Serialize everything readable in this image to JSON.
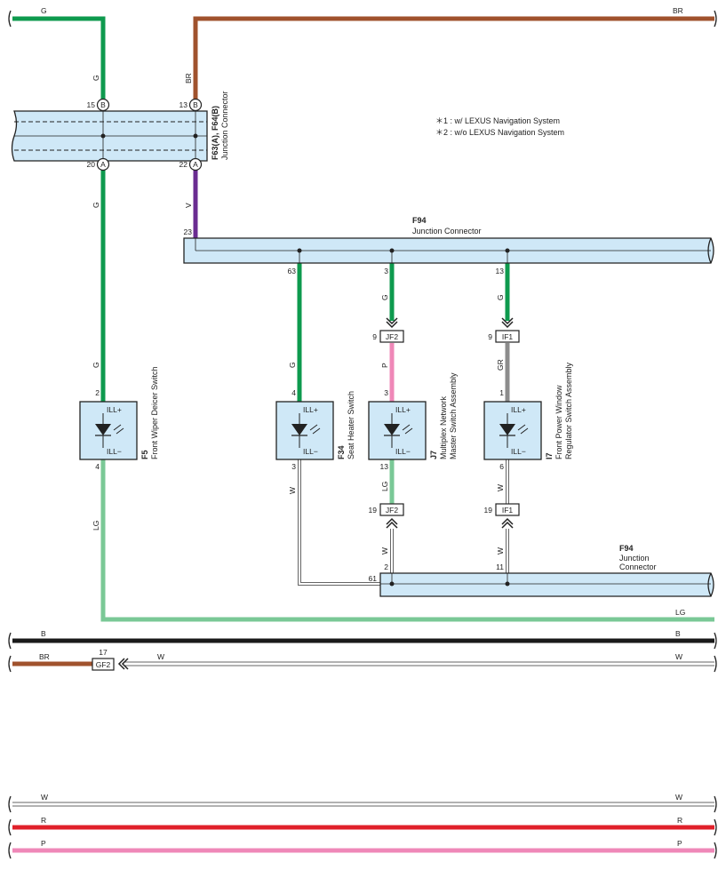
{
  "notes": {
    "note1": "＊1 : w/ LEXUS Navigation System",
    "note2": "＊2 : w/o LEXUS Navigation System"
  },
  "colors": {
    "G": "#0e9a4e",
    "LG": "#7ac896",
    "BR": "#a0522d",
    "V": "#6a2c91",
    "P": "#ef88b8",
    "GR": "#8c8c8c",
    "W": "#ffffff",
    "B": "#1a1a1a",
    "R": "#e0202a",
    "connector_fill": "#cfe8f7",
    "connector_stroke": "#222222"
  },
  "wires": {
    "top_g": "G",
    "top_br_left": "BR",
    "top_br_right": "BR",
    "g_upper": "G",
    "v_upper": "V",
    "g_mid": "G",
    "g_low": "G",
    "lg_low": "LG",
    "lg_bottom_right": "LG",
    "f34_in": "G",
    "f34_out": "W",
    "j7_in_top": "G",
    "j7_p": "P",
    "j7_lg": "LG",
    "j7_w": "W",
    "i7_in_top": "G",
    "i7_gr": "GR",
    "i7_w_top": "W",
    "i7_w_bottom": "W",
    "b_left": "B",
    "b_right": "B",
    "w_gf2_left": "BR",
    "w_gf2_mid": "W",
    "w_gf2_right": "W",
    "bottom_w_left": "W",
    "bottom_w_right": "W",
    "bottom_r_left": "R",
    "bottom_r_right": "R",
    "bottom_p_left": "P",
    "bottom_p_right": "P"
  },
  "pins": {
    "f63_top_left": "15",
    "f63_top_right": "13",
    "f63_bot_left": "20",
    "f63_bot_right": "22",
    "f94_in": "23",
    "f94_out1": "63",
    "f94_out2": "3",
    "f94_out3": "13",
    "jf2_top": "9",
    "if1_top": "9",
    "f5_in": "2",
    "f5_out": "4",
    "f34_in": "4",
    "f34_out": "3",
    "j7_in": "3",
    "j7_out": "13",
    "i7_in": "1",
    "i7_out": "6",
    "jf2_bot": "19",
    "if1_bot": "19",
    "f94b_in1": "2",
    "f94b_in2": "11",
    "f94b_in3": "61",
    "gf2": "17"
  },
  "circles": {
    "f63_top_left": "B",
    "f63_top_right": "B",
    "f63_bot_left": "A",
    "f63_bot_right": "A"
  },
  "connectors": {
    "f63": {
      "code": "F63(A), F64(B)",
      "name": "Junction Connector"
    },
    "f94_top": {
      "code": "F94",
      "name": "Junction Connector"
    },
    "f94_bot": {
      "code": "F94",
      "name1": "Junction",
      "name2": "Connector"
    },
    "jf2_top": "JF2",
    "if1_top": "IF1",
    "jf2_bot": "JF2",
    "if1_bot": "IF1",
    "gf2": "GF2"
  },
  "components": {
    "f5": {
      "code": "F5",
      "name1": "Front Wiper Deicer Switch",
      "name2": "",
      "plus": "ILL+",
      "minus": "ILL−"
    },
    "f34": {
      "code": "F34",
      "name1": "Seat Heater Switch",
      "name2": "",
      "plus": "ILL+",
      "minus": "ILL−"
    },
    "j7": {
      "code": "J7",
      "name1": "Multiplex Network",
      "name2": "Master Switch Assembly",
      "plus": "ILL+",
      "minus": "ILL−"
    },
    "i7": {
      "code": "I7",
      "name1": "Front Power Window",
      "name2": "Regulator Switch Assembly",
      "plus": "ILL+",
      "minus": "ILL−"
    }
  }
}
